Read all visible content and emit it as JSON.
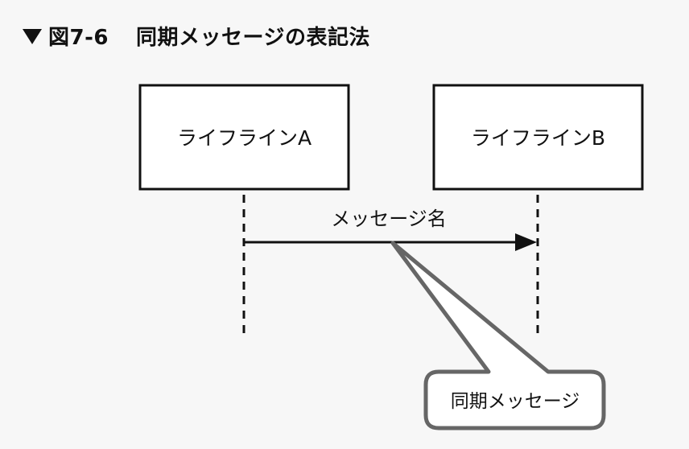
{
  "heading": {
    "figure_label": "図7-6",
    "title": "同期メッセージの表記法"
  },
  "lifelines": [
    {
      "label": "ライフラインA"
    },
    {
      "label": "ライフラインB"
    }
  ],
  "message": {
    "label": "メッセージ名"
  },
  "callout": {
    "label": "同期メッセージ"
  },
  "colors": {
    "background": "#f7f7f7",
    "ink": "#111111",
    "callout_stroke": "#666666",
    "callout_fill": "#ffffff"
  }
}
